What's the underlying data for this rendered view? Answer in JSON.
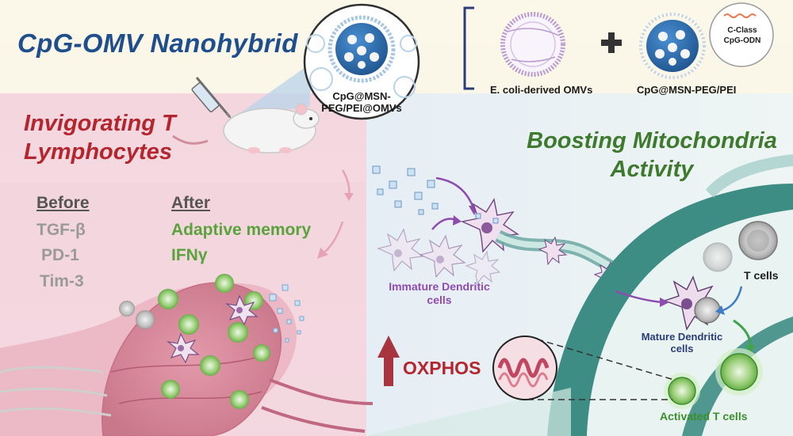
{
  "title": "CpG-OMV Nanohybrid",
  "left_title": "Invigorating T Lymphocytes",
  "right_title": "Boosting Mitochondria Activity",
  "before": {
    "header": "Before",
    "items": [
      "TGF-β",
      "PD-1",
      "Tim-3"
    ]
  },
  "after": {
    "header": "After",
    "items": [
      "Adaptive memory",
      "IFNγ"
    ]
  },
  "nano_label": "CpG@MSN-PEG/PEI@OMVs",
  "omv_label": "E. coli-derived OMVs",
  "msn_label": "CpG@MSN-PEG/PEI",
  "cpg_class_label": "C-Class CpG-ODN",
  "immature_dc_label": "Immature Dendritic cells",
  "mature_dc_label": "Mature Dendritic cells",
  "t_cells_label": "T cells",
  "activated_t_label": "Activated T cells",
  "oxphos_label": "OXPHOS",
  "colors": {
    "title_blue": "#1f4e8c",
    "left_red": "#b5252e",
    "right_green": "#3e7a2e",
    "immature_purple": "#8e4bb0",
    "mature_navy": "#2b3c7a",
    "nanoparticle_blue": "#2f6fb0"
  }
}
